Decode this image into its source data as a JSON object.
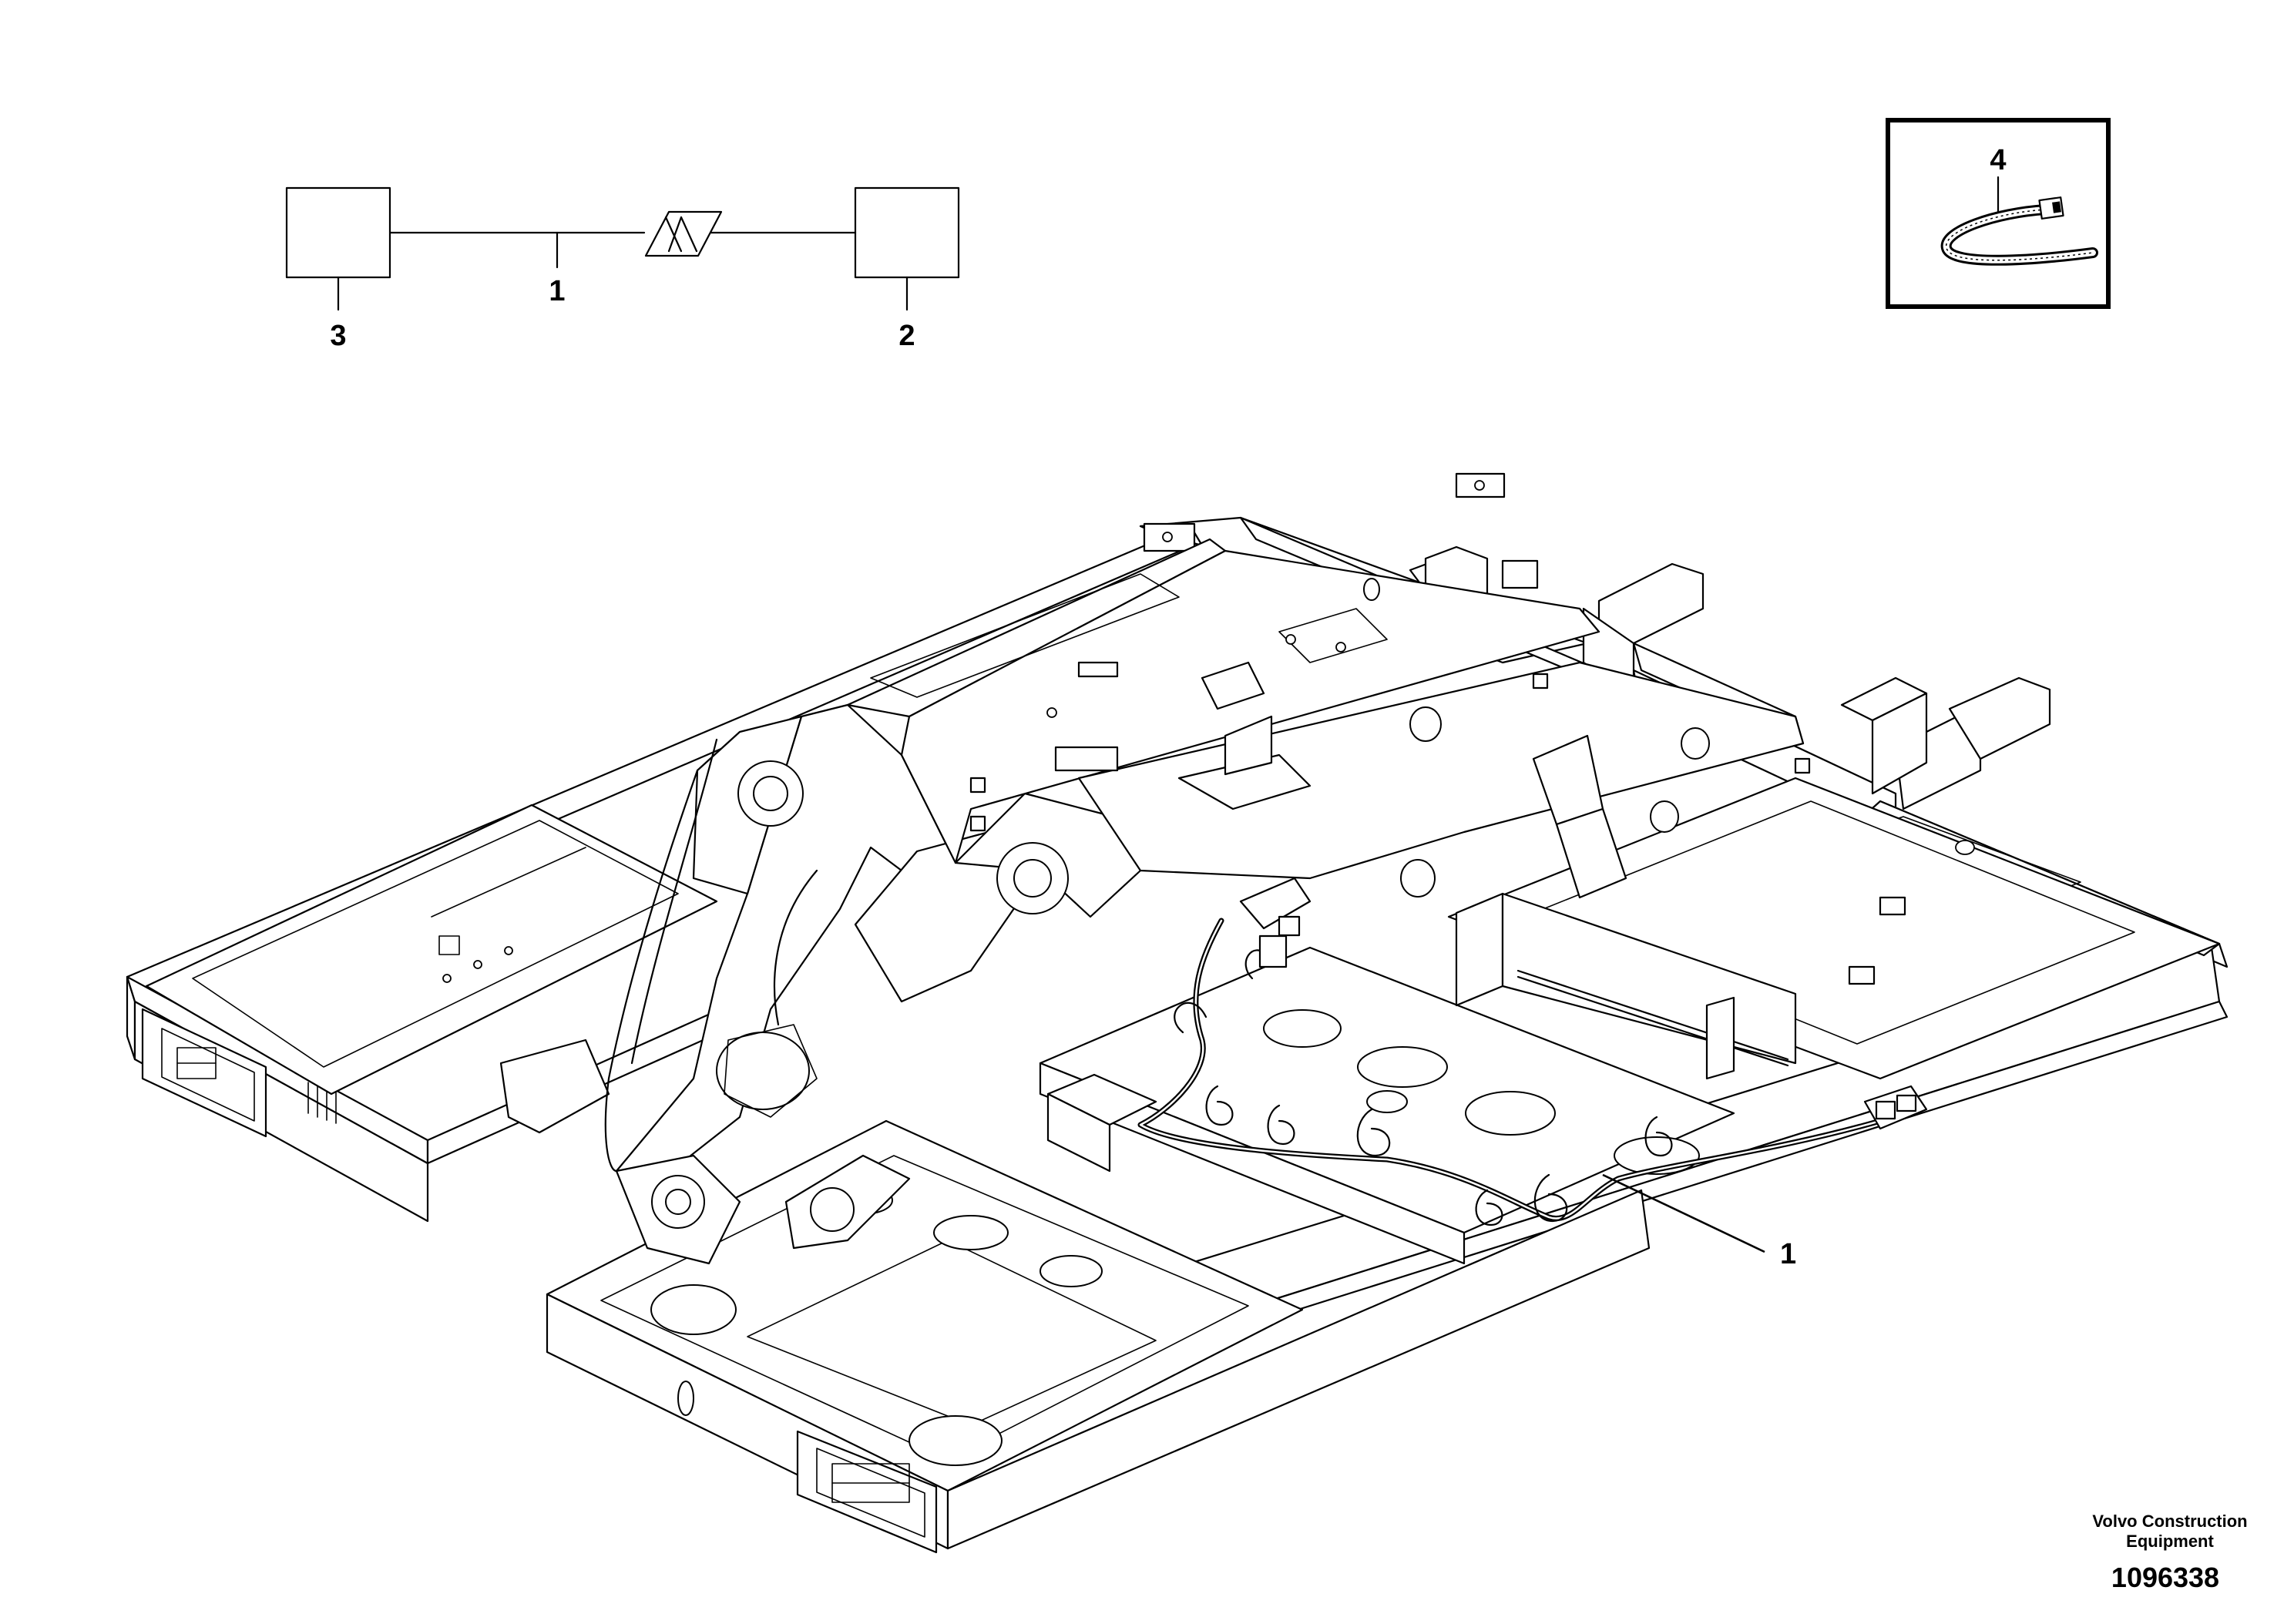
{
  "schematic": {
    "callouts": {
      "cable": "1",
      "connector": "2",
      "unit": "3"
    }
  },
  "inset": {
    "callout": "4",
    "icon": "cable-tie-icon"
  },
  "main_view": {
    "callout": "1",
    "part": "frame-with-harness"
  },
  "footer": {
    "company": "Volvo Construction Equipment",
    "doc_number": "1096338"
  }
}
